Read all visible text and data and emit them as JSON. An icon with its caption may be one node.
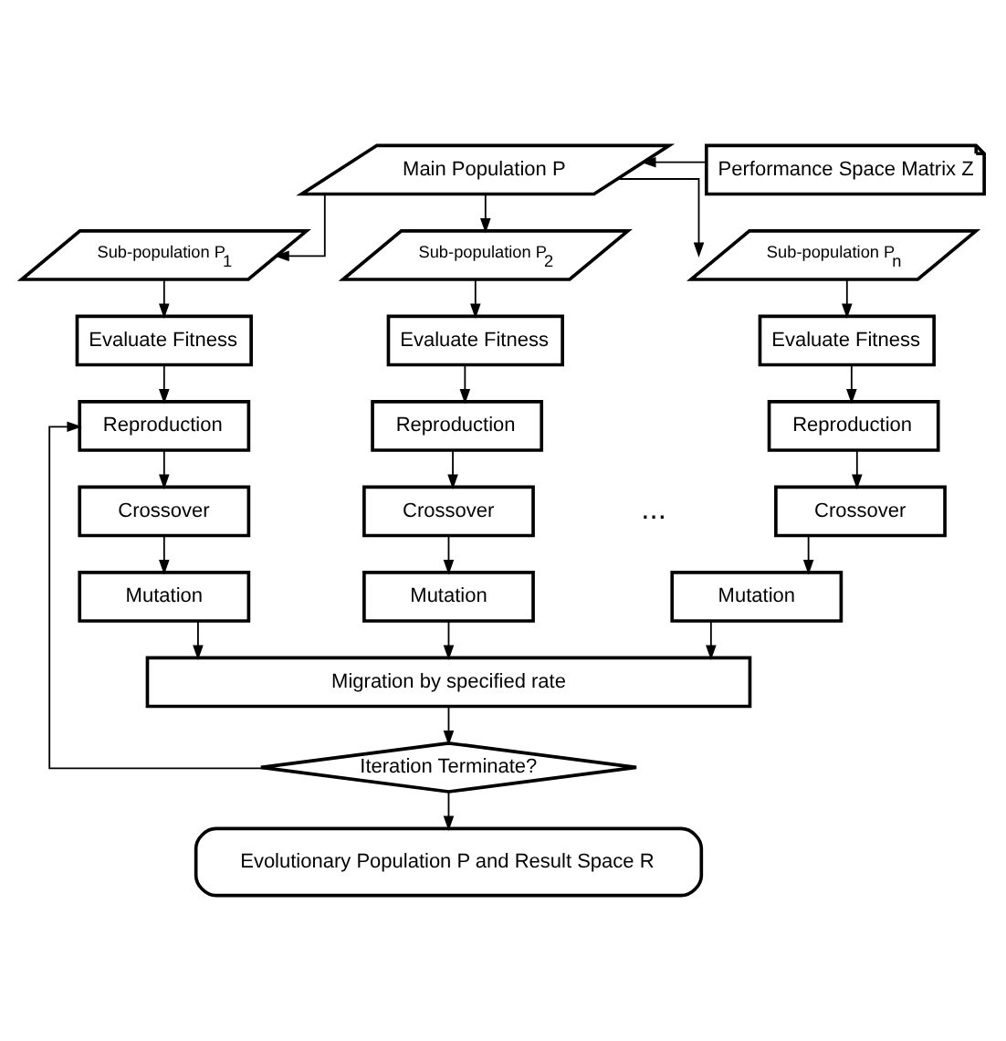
{
  "diagram": {
    "nodes": [
      {
        "text": [
          "Main Population P"
        ]
      },
      {
        "text": [
          "Performance Space Matrix Z"
        ]
      },
      {
        "text": [
          "Sub-population P$_{1}$"
        ]
      },
      {
        "text": [
          "Sub-population P$_{2}$"
        ]
      },
      {
        "text": [
          "Sub-population P$_{n}$"
        ]
      },
      {
        "text": [
          "Evaluate Fitness"
        ]
      },
      {
        "text": [
          "Evaluate Fitness"
        ]
      },
      {
        "text": [
          "Evaluate Fitness"
        ]
      },
      {
        "text": [
          "Reproduction"
        ]
      },
      {
        "text": [
          "Reproduction"
        ]
      },
      {
        "text": [
          "Reproduction"
        ]
      },
      {
        "text": [
          "Crossover"
        ]
      },
      {
        "text": [
          "Crossover"
        ]
      },
      {
        "text": [
          "Crossover"
        ]
      },
      {
        "text": [
          "Mutation"
        ]
      },
      {
        "text": [
          "Mutation"
        ]
      },
      {
        "text": [
          "Mutation"
        ]
      },
      {
        "text": [
          "Migration by specified rate"
        ]
      },
      {
        "text": [
          "Iteration Terminate?"
        ]
      },
      {
        "text": [
          "Evolutionary Population P and Result Space R"
        ]
      }
    ],
    "edges": [
      {
        "from": 1,
        "to": 0,
        "arrow": "to"
      },
      {
        "from": 0,
        "to": 2,
        "arrow": "to"
      },
      {
        "from": 0,
        "to": 3,
        "arrow": "to"
      },
      {
        "from": 0,
        "to": 4,
        "arrow": "to"
      },
      {
        "from": 2,
        "to": 5,
        "arrow": "to"
      },
      {
        "from": 3,
        "to": 6,
        "arrow": "to"
      },
      {
        "from": 4,
        "to": 7,
        "arrow": "to"
      },
      {
        "from": 5,
        "to": 8,
        "arrow": "to"
      },
      {
        "from": 6,
        "to": 9,
        "arrow": "to"
      },
      {
        "from": 7,
        "to": 10,
        "arrow": "to"
      },
      {
        "from": 8,
        "to": 11,
        "arrow": "to"
      },
      {
        "from": 9,
        "to": 12,
        "arrow": "to"
      },
      {
        "from": 10,
        "to": 13,
        "arrow": "to"
      },
      {
        "from": 11,
        "to": 14,
        "arrow": "to"
      },
      {
        "from": 12,
        "to": 15,
        "arrow": "to"
      },
      {
        "from": 13,
        "to": 16,
        "arrow": "to"
      },
      {
        "from": 14,
        "to": 17,
        "arrow": "to"
      },
      {
        "from": 15,
        "to": 17,
        "arrow": "to"
      },
      {
        "from": 16,
        "to": 17,
        "arrow": "to"
      },
      {
        "from": 17,
        "to": 18,
        "arrow": "to"
      },
      {
        "from": 18,
        "to": 8,
        "arrow": "to"
      },
      {
        "from": 18,
        "to": 19,
        "arrow": "to"
      }
    ],
    "labels": [
      "..."
    ]
  }
}
